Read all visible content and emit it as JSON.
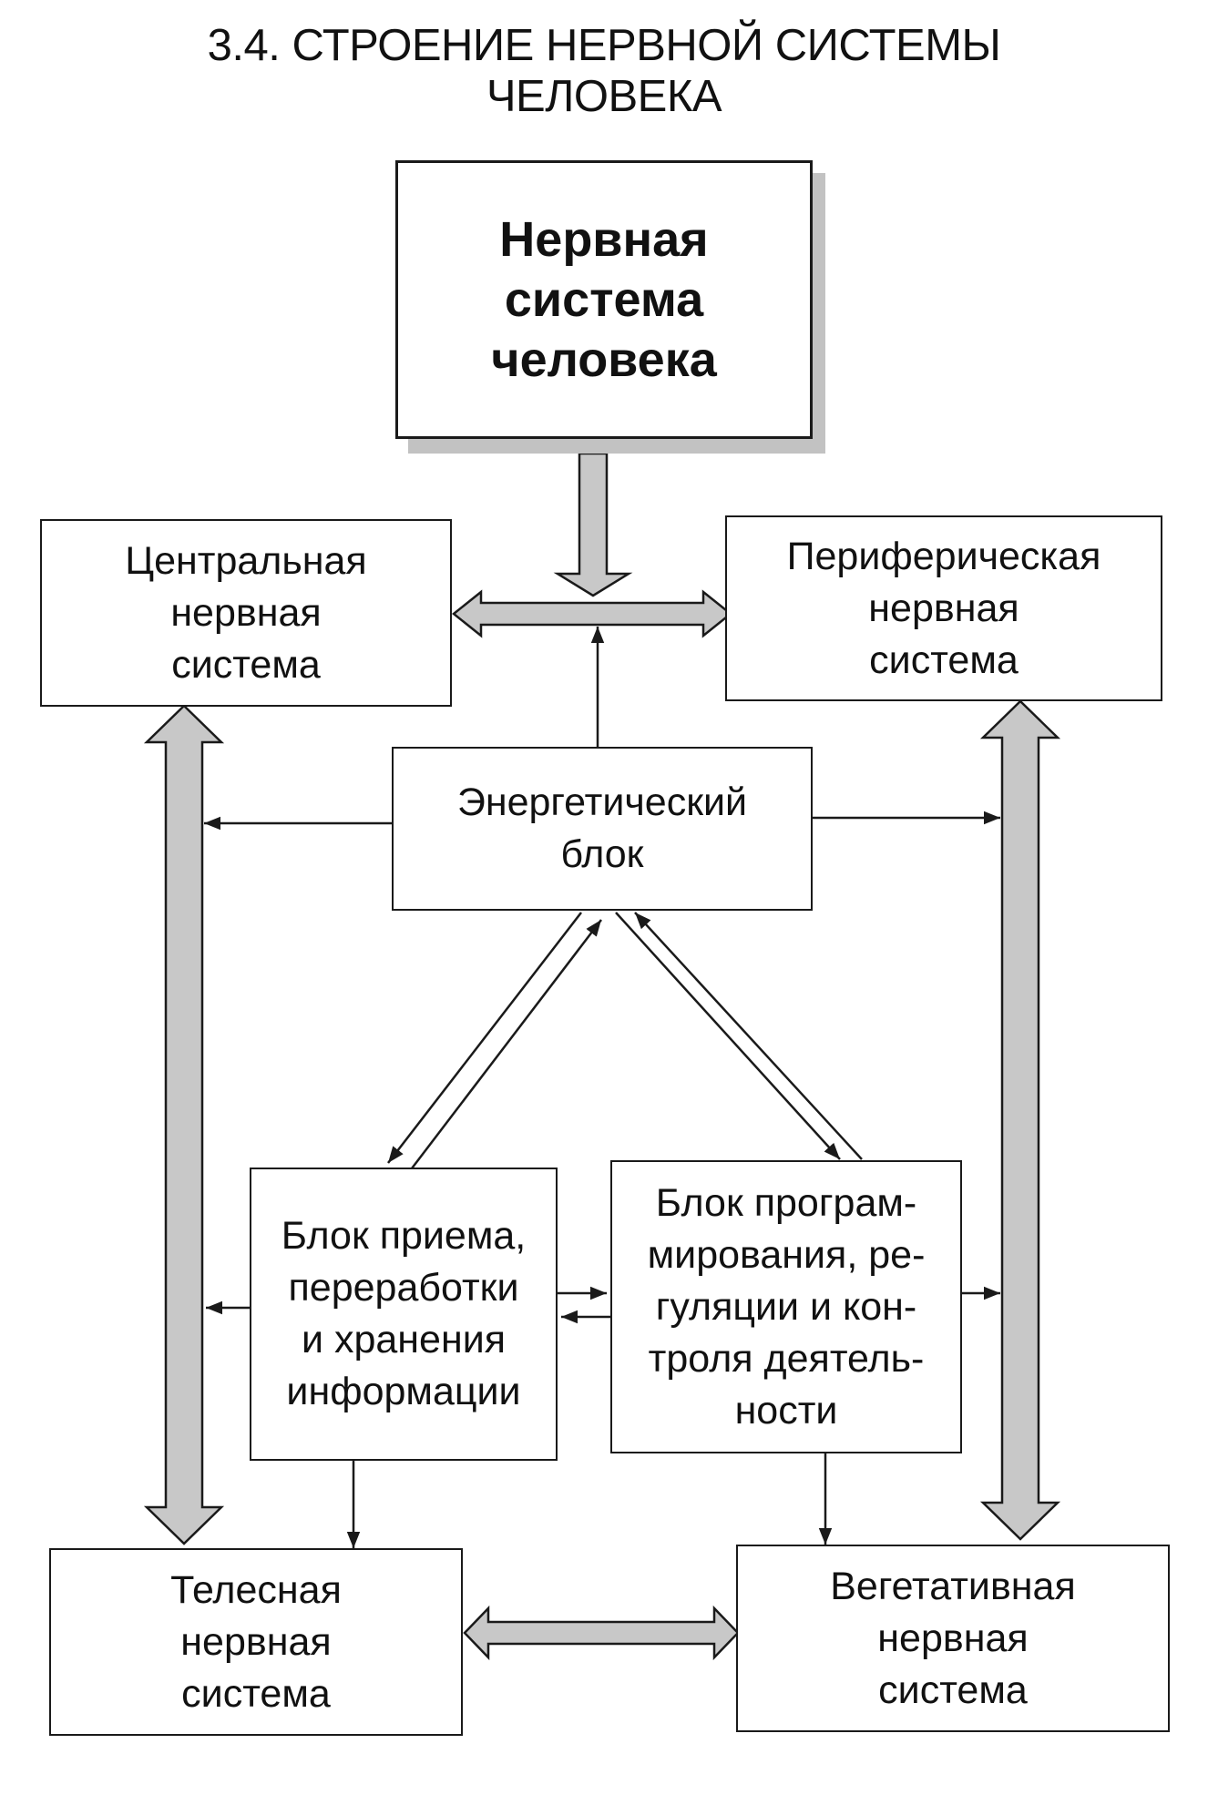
{
  "title": {
    "line1": "3.4. СТРОЕНИЕ НЕРВНОЙ СИСТЕМЫ",
    "line2": "ЧЕЛОВЕКА"
  },
  "boxes": {
    "nervous_system": "Нервная\nсистема\nчеловека",
    "central": "Центральная\nнервная\nсистема",
    "peripheral": "Периферическая\nнервная\nсистема",
    "energy_block": "Энергетический\nблок",
    "reception_block": "Блок приема,\nпереработки\nи хранения\nинформации",
    "programming_block": "Блок програм-\nмирования, ре-\nгуляции и кон-\nтроля деятель-\nности",
    "somatic": "Телесная\nнервная\nсистема",
    "vegetative": "Вегетативная\nнервная\nсистема"
  },
  "colors": {
    "line": "#1a1a1a",
    "thick_arrow_fill": "#c8c8c8",
    "shadow": "#c2c2c2"
  }
}
